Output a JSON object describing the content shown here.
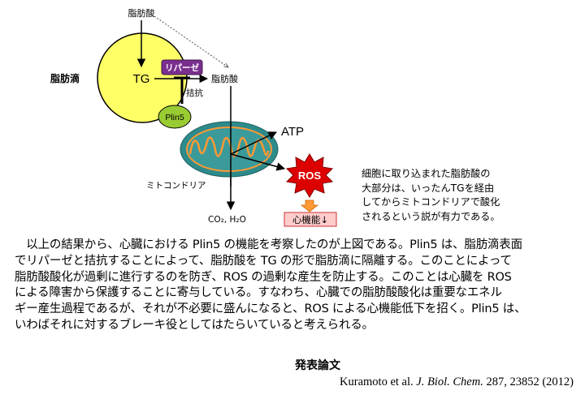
{
  "figure": {
    "fatty_acid_top": "脂肪酸",
    "lipid_droplet": "脂肪滴",
    "tg": "TG",
    "lipase": "リパーゼ",
    "antagonize": "拮抗",
    "plin5": "Plin5",
    "fatty_acid_right": "脂肪酸",
    "atp": "ATP",
    "ros": "ROS",
    "mitochondria": "ミトコンドリア",
    "co2_h2o": "CO₂, H₂O",
    "cardiac_function": "心機能↓",
    "colors": {
      "droplet": "#ffff66",
      "lipase": "#7a2f8f",
      "plin5": "#99cc33",
      "mito_outer": "#2e8b8b",
      "mito_inner": "#ff9933",
      "ros": "#dd0000",
      "cardiac_box": "#ffcccc"
    }
  },
  "note_lines": [
    "細胞に取り込まれた脂肪酸の",
    "大部分は、いったんTGを経由",
    "してからミトコンドリアで酸化",
    "されるという説が有力である。"
  ],
  "paragraph_lines": [
    "　以上の結果から、心臓における Plin5 の機能を考察したのが上図である。Plin5 は、脂肪滴表面",
    "でリパーゼと拮抗することによって、脂肪酸を TG の形で脂肪滴に隔離する。このことによって",
    "脂肪酸酸化が過剰に進行するのを防ぎ、ROS の過剰な産生を防止する。このことは心臓を ROS",
    "による障害から保護することに寄与している。すなわち、心臓での脂肪酸酸化は重要なエネル",
    "ギー産生過程であるが、それが不必要に盛んになると、ROS による心機能低下を招く。Plin5 は、",
    "いわばそれに対するブレーキ役としてはたらいていると考えられる。"
  ],
  "section_title": "発表論文",
  "citation": {
    "authors": "Kuramoto et al.",
    "journal": "J. Biol. Chem.",
    "details": "287, 23852 (2012)"
  }
}
